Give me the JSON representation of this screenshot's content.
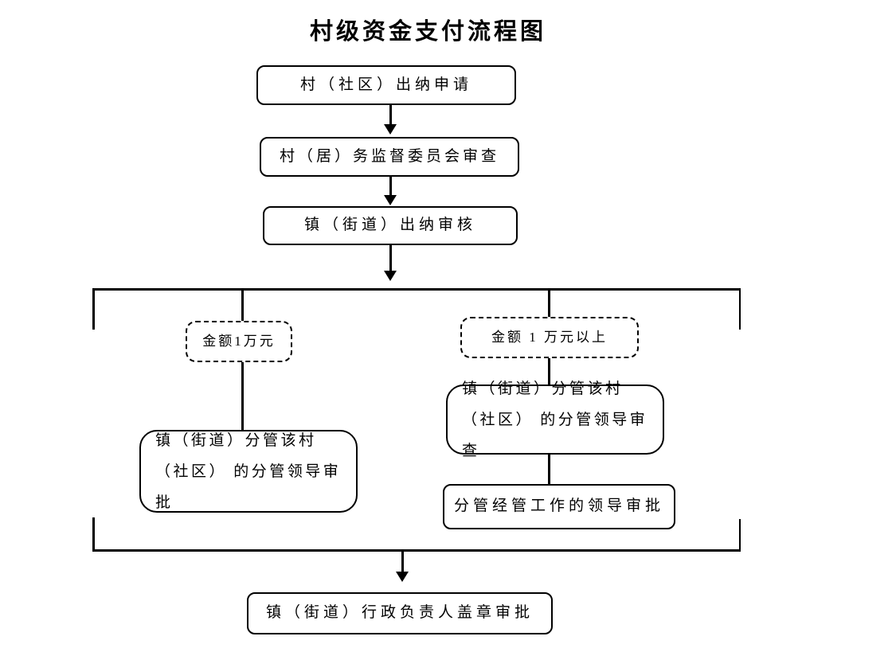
{
  "title": "村级资金支付流程图",
  "flow": {
    "step1": "村（社区）出纳申请",
    "step2": "村（居）务监督委员会审查",
    "step3": "镇（街道）出纳审核",
    "left_branch": {
      "condition": "金额1万元",
      "step": "镇（街道）分管该村（社区） 的分管领导审批"
    },
    "right_branch": {
      "condition": "金额 1 万元以上",
      "step1": "镇（街道）分管该村（社区） 的分管领导审查",
      "step2": "分管经管工作的领导审批"
    },
    "final_step": "镇（街道）行政负责人盖章审批"
  },
  "colors": {
    "line": "#000000",
    "background": "#ffffff",
    "text": "#000000"
  }
}
